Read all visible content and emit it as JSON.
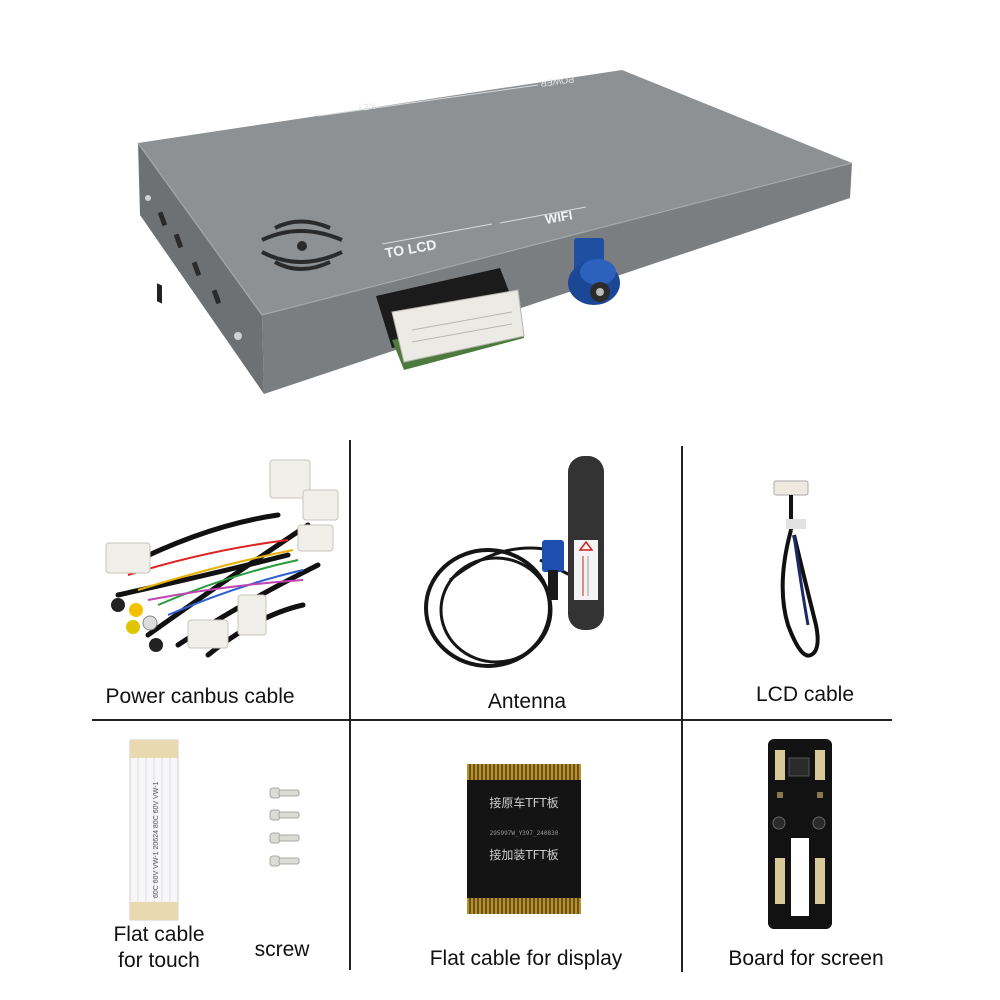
{
  "product": {
    "print_key": "KEY",
    "print_power": "POWER",
    "print_to_lcd": "TO LCD",
    "print_wifi": "WIFI",
    "body_color": "#8f9294"
  },
  "items": {
    "power_canbus_cable": "Power canbus cable",
    "antenna": "Antenna",
    "lcd_cable": "LCD cable",
    "flat_cable_touch_line1": "Flat cable",
    "flat_cable_touch_line2": "for touch",
    "screw": "screw",
    "flat_cable_display": "Flat cable for display",
    "board_for_screen": "Board for screen"
  },
  "flat_cable_display_print": {
    "line1": "接原车TFT板",
    "line2": "295997W_Y397_240830",
    "line3": "接加装TFT板"
  },
  "touch_cable_print": "60C 60V VW-1 20624 80C 60V VW-1"
}
